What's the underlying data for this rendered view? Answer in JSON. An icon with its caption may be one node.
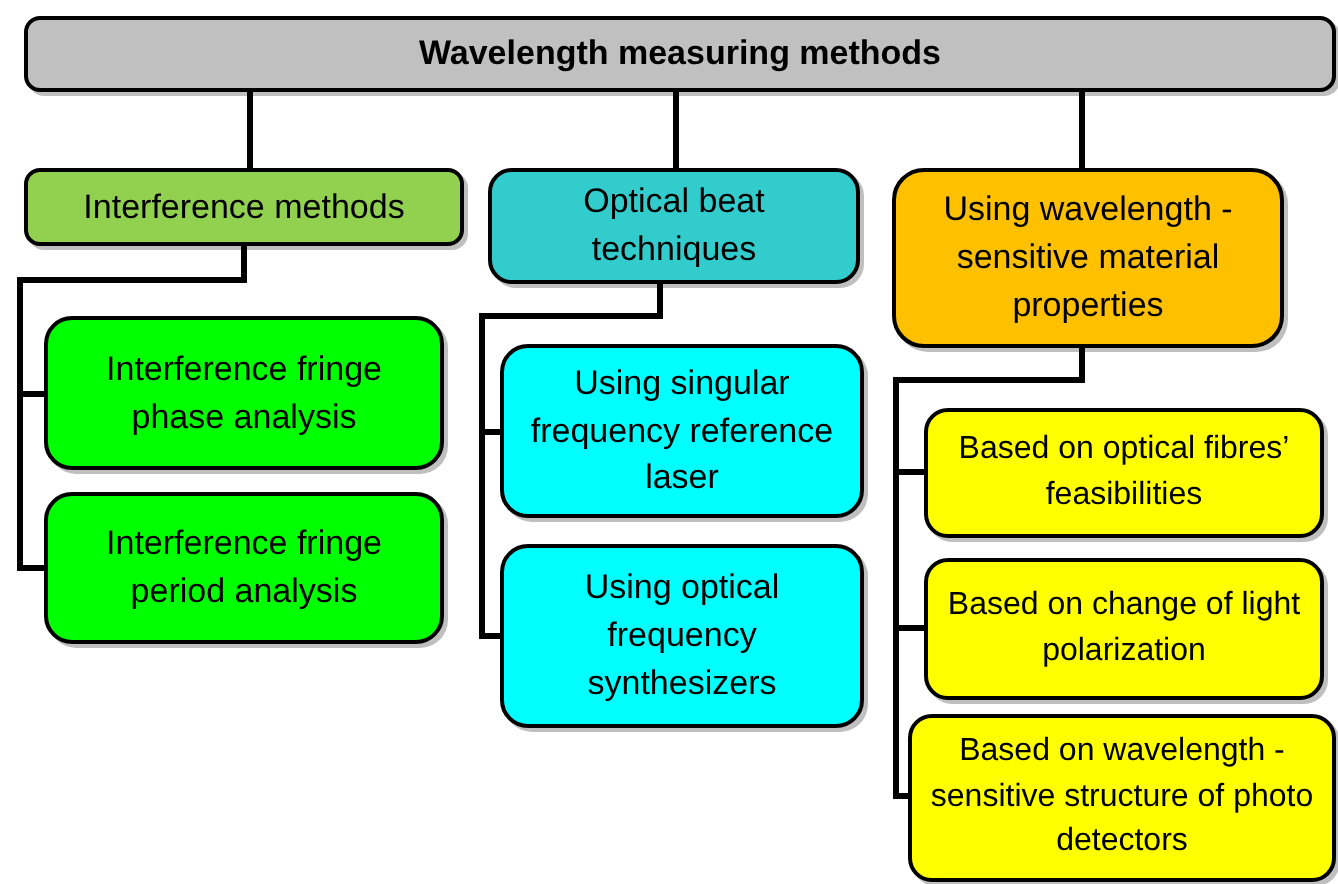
{
  "diagram": {
    "nodes": [
      {
        "text": [
          "Wavelength measuring methods"
        ]
      },
      {
        "text": [
          "Interference methods"
        ]
      },
      {
        "text": [
          "Optical beat techniques"
        ]
      },
      {
        "text": [
          "Using wavelength -sensitive material properties"
        ]
      },
      {
        "text": [
          "Interference fringe phase analysis"
        ]
      },
      {
        "text": [
          "Interference fringe period analysis"
        ]
      },
      {
        "text": [
          "Using singular frequency reference laser"
        ]
      },
      {
        "text": [
          "Using optical frequency synthesizers"
        ]
      },
      {
        "text": [
          "Based on optical fibres’ feasibilities"
        ]
      },
      {
        "text": [
          "Based on change of light polarization"
        ]
      },
      {
        "text": [
          "Based on wavelength -sensitive structure of photo detectors"
        ]
      }
    ],
    "edges": [
      {
        "from": 0,
        "to": 1,
        "arrow": "none"
      },
      {
        "from": 0,
        "to": 2,
        "arrow": "none"
      },
      {
        "from": 0,
        "to": 3,
        "arrow": "none"
      },
      {
        "from": 1,
        "to": 4,
        "arrow": "none"
      },
      {
        "from": 1,
        "to": 5,
        "arrow": "none"
      },
      {
        "from": 2,
        "to": 6,
        "arrow": "none"
      },
      {
        "from": 2,
        "to": 7,
        "arrow": "none"
      },
      {
        "from": 3,
        "to": 8,
        "arrow": "none"
      },
      {
        "from": 3,
        "to": 9,
        "arrow": "none"
      },
      {
        "from": 3,
        "to": 10,
        "arrow": "none"
      }
    ]
  }
}
